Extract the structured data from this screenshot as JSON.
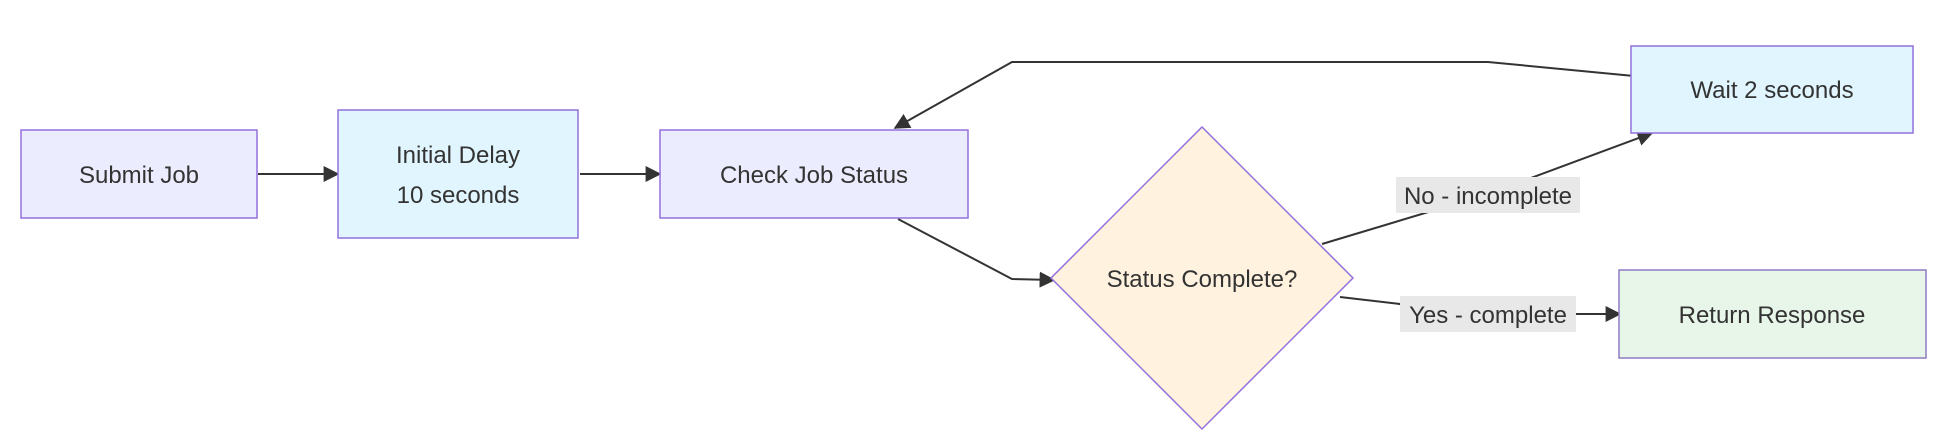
{
  "colors": {
    "node_default_fill": "#ECECFF",
    "node_info_fill": "#E1F5FE",
    "node_decision_fill": "#FFF2DF",
    "node_success_fill": "#E8F5E9",
    "node_stroke": "#9370DB",
    "success_stroke": "#8E7CC3",
    "edge_stroke": "#333333",
    "edge_label_bg": "#E8E8E8",
    "text": "#333333"
  },
  "nodes": {
    "submit_job": {
      "label": "Submit Job",
      "shape": "rectangle"
    },
    "initial_delay": {
      "lines": [
        "Initial Delay",
        "10 seconds"
      ],
      "shape": "rectangle"
    },
    "check_job_status": {
      "label": "Check Job Status",
      "shape": "rectangle"
    },
    "status_complete": {
      "label": "Status Complete?",
      "shape": "diamond"
    },
    "wait_2_seconds": {
      "label": "Wait 2 seconds",
      "shape": "rectangle"
    },
    "return_response": {
      "label": "Return Response",
      "shape": "rectangle"
    }
  },
  "edges": [
    {
      "from": "submit_job",
      "to": "initial_delay",
      "label": ""
    },
    {
      "from": "initial_delay",
      "to": "check_job_status",
      "label": ""
    },
    {
      "from": "check_job_status",
      "to": "status_complete",
      "label": ""
    },
    {
      "from": "status_complete",
      "to": "wait_2_seconds",
      "label": "No - incomplete"
    },
    {
      "from": "status_complete",
      "to": "return_response",
      "label": "Yes - complete"
    },
    {
      "from": "wait_2_seconds",
      "to": "check_job_status",
      "label": ""
    }
  ],
  "edge_labels": {
    "no_incomplete": "No - incomplete",
    "yes_complete": "Yes - complete"
  }
}
